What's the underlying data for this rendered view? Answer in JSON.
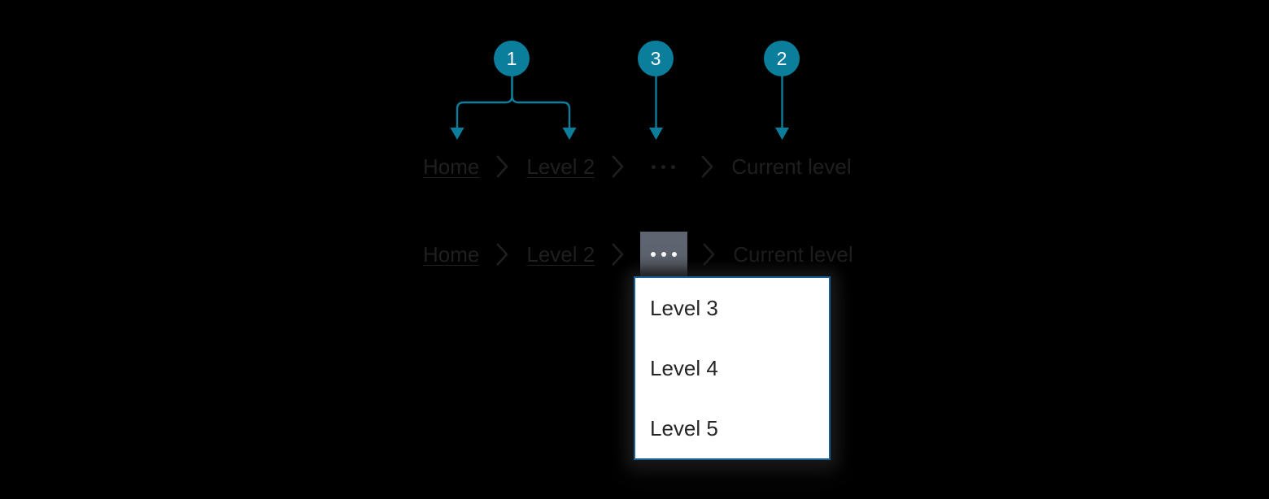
{
  "theme": {
    "background": "#000000",
    "callout_fill": "#0b7e9b",
    "callout_text": "#ffffff",
    "connector_stroke": "#0b7e9b",
    "text_color": "#1f1f1f",
    "overflow_hover_bg": "#5f6570",
    "overflow_hover_dots": "#ffffff",
    "dropdown_bg": "#ffffff",
    "dropdown_border": "#1a5f95",
    "dropdown_text": "#262626"
  },
  "callouts": [
    {
      "number": "1",
      "name": "callout-1"
    },
    {
      "number": "3",
      "name": "callout-3"
    },
    {
      "number": "2",
      "name": "callout-2"
    }
  ],
  "breadcrumb_top": {
    "items": [
      {
        "label": "Home",
        "type": "link"
      },
      {
        "label": "Level 2",
        "type": "link"
      },
      {
        "label": "...",
        "type": "overflow"
      },
      {
        "label": "Current level",
        "type": "current"
      }
    ]
  },
  "breadcrumb_bottom": {
    "items": [
      {
        "label": "Home",
        "type": "link"
      },
      {
        "label": "Level 2",
        "type": "link"
      },
      {
        "label": "...",
        "type": "overflow"
      },
      {
        "label": "Current level",
        "type": "current"
      }
    ]
  },
  "dropdown": {
    "items": [
      {
        "label": "Level 3"
      },
      {
        "label": "Level 4"
      },
      {
        "label": "Level 5"
      }
    ]
  }
}
